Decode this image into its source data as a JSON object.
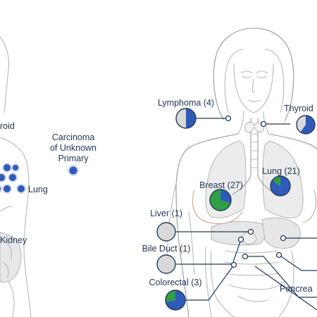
{
  "colors": {
    "text": "#1f3557",
    "leader": "#233a5e",
    "blue": "#2f5bb8",
    "green": "#2ea043",
    "gray": "#d9d9d9",
    "outline": "#b8b8b8"
  },
  "left_figure": {
    "labels": {
      "thyroid_partial": "roid",
      "carcinoma": [
        "Carcinoma",
        "of Unknown",
        "Primary"
      ],
      "lung": "Lung",
      "kidney": "Kidney"
    },
    "dot_counts": {
      "lung_cluster": 7,
      "unknown_primary": 1
    }
  },
  "right_figure": {
    "labels": {
      "lymphoma": "Lymphoma (4)",
      "thyroid": "Thyroid",
      "breast": "Breast (27)",
      "lung": "Lung (21)",
      "liver": "Liver (1)",
      "bile_duct": "Bile Duct (1)",
      "colorectal": "Colorectal (3)",
      "pancreas_partial": "Pancrea"
    },
    "pies": [
      {
        "id": "lymphoma",
        "segments": [
          {
            "color": "blue",
            "fraction": 0.5
          },
          {
            "color": "gray",
            "fraction": 0.5
          }
        ]
      },
      {
        "id": "thyroid",
        "segments": [
          {
            "color": "blue",
            "fraction": 0.6
          },
          {
            "color": "gray",
            "fraction": 0.4
          }
        ]
      },
      {
        "id": "breast",
        "segments": [
          {
            "color": "blue",
            "fraction": 0.3
          },
          {
            "color": "green",
            "fraction": 0.7
          }
        ]
      },
      {
        "id": "lung",
        "segments": [
          {
            "color": "blue",
            "fraction": 0.85
          },
          {
            "color": "green",
            "fraction": 0.15
          }
        ]
      },
      {
        "id": "liver",
        "segments": [
          {
            "color": "gray",
            "fraction": 1.0
          }
        ]
      },
      {
        "id": "bile_duct",
        "segments": [
          {
            "color": "gray",
            "fraction": 1.0
          }
        ]
      },
      {
        "id": "colorectal",
        "segments": [
          {
            "color": "blue",
            "fraction": 0.72
          },
          {
            "color": "green",
            "fraction": 0.28
          }
        ]
      }
    ]
  }
}
